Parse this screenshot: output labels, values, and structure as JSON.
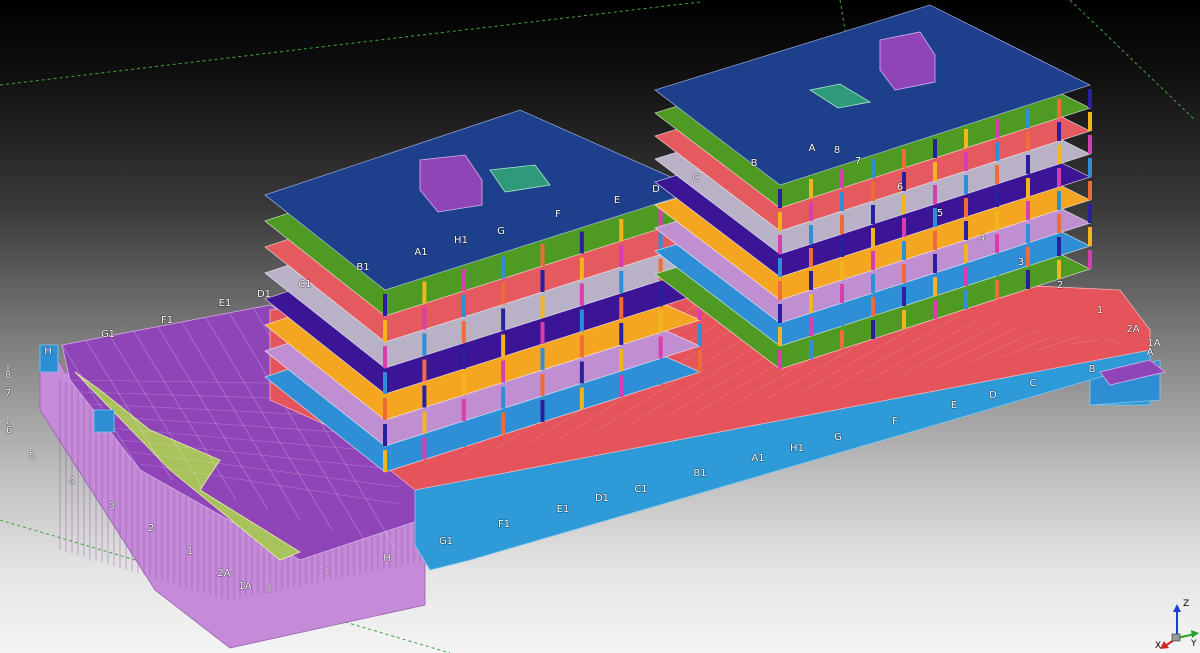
{
  "viewer": {
    "colors": {
      "roof": "#1d3f8c",
      "slab_green": "#4f9a22",
      "slab_red": "#e45a5f",
      "slab_gray": "#b9b1c6",
      "slab_indigo": "#3b1596",
      "slab_orange": "#f4a621",
      "slab_lilac": "#bf8fd1",
      "slab_blue": "#2f8fd6",
      "podium_red": "#e4545a",
      "podium_wall": "#2e9ad8",
      "ramp_purple": "#8f45b8",
      "ramp_wall": "#c58ad8",
      "ramp_green": "#a9c25c",
      "grid_line": "#ffffff"
    },
    "grid_labels": [
      {
        "id": "east-a",
        "text": "A"
      },
      {
        "id": "east-8",
        "text": "8"
      },
      {
        "id": "east-7",
        "text": "7"
      },
      {
        "id": "east-b",
        "text": "B"
      },
      {
        "id": "east-6",
        "text": "6"
      },
      {
        "id": "east-5",
        "text": "5"
      },
      {
        "id": "east-4",
        "text": "4"
      },
      {
        "id": "east-3",
        "text": "3"
      },
      {
        "id": "east-2",
        "text": "2"
      },
      {
        "id": "east-1",
        "text": "1"
      },
      {
        "id": "east-2a",
        "text": "2A"
      },
      {
        "id": "east-1a",
        "text": "1A"
      },
      {
        "id": "east-a-low",
        "text": "A"
      },
      {
        "id": "east-b-low",
        "text": "B"
      },
      {
        "id": "tower-c",
        "text": "C"
      },
      {
        "id": "tower-d",
        "text": "D"
      },
      {
        "id": "tower-e",
        "text": "E"
      },
      {
        "id": "tower-f",
        "text": "F"
      },
      {
        "id": "tower-g",
        "text": "G"
      },
      {
        "id": "tower-h1",
        "text": "H1"
      },
      {
        "id": "tower-a1",
        "text": "A1"
      },
      {
        "id": "tower-b1",
        "text": "B1"
      },
      {
        "id": "tower-c1",
        "text": "C1"
      },
      {
        "id": "tower-d1",
        "text": "D1"
      },
      {
        "id": "deck-e1",
        "text": "E1"
      },
      {
        "id": "deck-f1",
        "text": "F1"
      },
      {
        "id": "deck-g1",
        "text": "G1"
      },
      {
        "id": "ramp-h",
        "text": "H"
      },
      {
        "id": "ramp-i",
        "text": "I"
      },
      {
        "id": "ramp-8",
        "text": "8"
      },
      {
        "id": "ramp-7",
        "text": "7"
      },
      {
        "id": "ramp-j",
        "text": "J"
      },
      {
        "id": "ramp-6",
        "text": "6"
      },
      {
        "id": "ramp-5",
        "text": "5"
      },
      {
        "id": "ramp-4",
        "text": "4"
      },
      {
        "id": "ramp-3",
        "text": "3"
      },
      {
        "id": "ramp-2",
        "text": "2"
      },
      {
        "id": "ramp-1",
        "text": "1"
      },
      {
        "id": "ramp-2a",
        "text": "2A"
      },
      {
        "id": "ramp-1a",
        "text": "1A"
      },
      {
        "id": "ramp-j-low",
        "text": "J"
      },
      {
        "id": "ramp-i-low",
        "text": "I"
      },
      {
        "id": "ramp-h-low",
        "text": "H"
      },
      {
        "id": "podium-g1",
        "text": "G1"
      },
      {
        "id": "podium-f1",
        "text": "F1"
      },
      {
        "id": "podium-e1",
        "text": "E1"
      },
      {
        "id": "podium-d1",
        "text": "D1"
      },
      {
        "id": "podium-c1",
        "text": "C1"
      },
      {
        "id": "podium-b1",
        "text": "B1"
      },
      {
        "id": "podium-a1",
        "text": "A1"
      },
      {
        "id": "podium-h1",
        "text": "H1"
      },
      {
        "id": "podium-g",
        "text": "G"
      },
      {
        "id": "podium-f",
        "text": "F"
      },
      {
        "id": "podium-e",
        "text": "E"
      },
      {
        "id": "podium-d",
        "text": "D"
      },
      {
        "id": "podium-c",
        "text": "C"
      }
    ],
    "axis": {
      "z": "Z",
      "x": "X",
      "y": "Y"
    }
  }
}
